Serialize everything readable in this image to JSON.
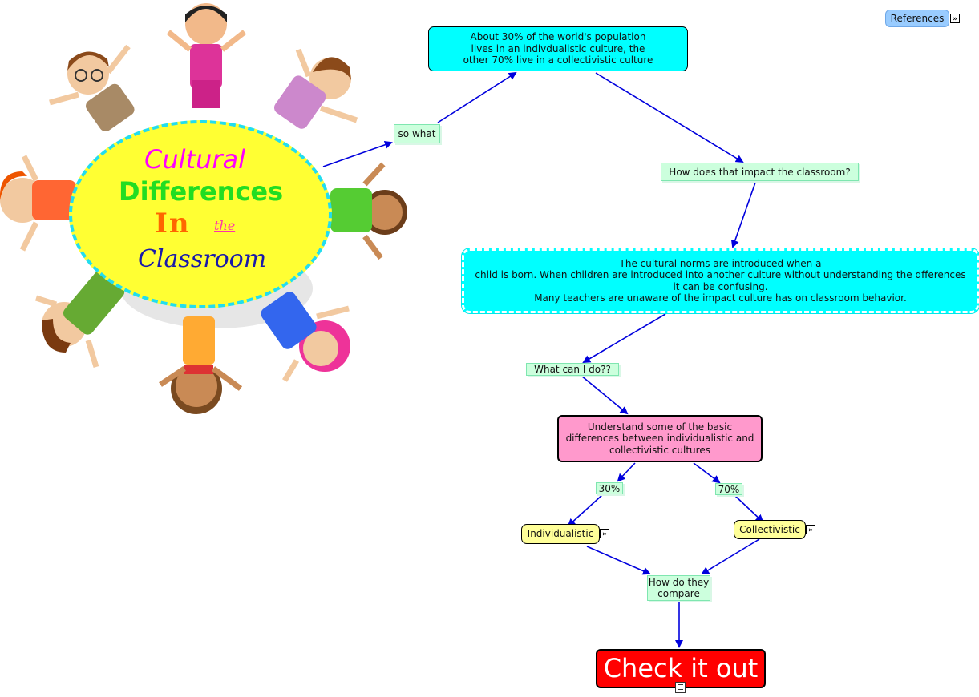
{
  "title_image": {
    "line1": "Cultural",
    "line2": "Differences",
    "line3": "In",
    "line3b": "the",
    "line4": "Classroom"
  },
  "references": {
    "label": "References"
  },
  "nodes": {
    "population": "About 30% of the world's population\nlives in an indivdualistic culture, the\nother 70% live in a collectivistic culture",
    "so_what": "so what",
    "impact": "How does that impact the classroom?",
    "norms": "The cultural norms are introduced when a\nchild is born.  When children are introduced into another culture without understanding the dfferences\nit can be confusing.\nMany teachers are unaware of the impact culture has on classroom behavior.",
    "what_can": "What can I do??",
    "understand": "Understand some of the basic\ndifferences between individualistic and\ncollectivistic cultures",
    "pct30": "30%",
    "pct70": "70%",
    "individualistic": "Individualistic",
    "collectivistic": "Collectivistic",
    "compare": "How do they\ncompare",
    "check": "Check it out"
  },
  "colors": {
    "arrow": "#0000dd",
    "cyan_node": "#00ffff",
    "label_node": "#ccffdd",
    "pink_node": "#ff99cc",
    "yellow_node": "#ffff99",
    "red_node": "#ff0000",
    "references_pill": "#99ccff"
  },
  "icons": [
    "link-arrow-icon",
    "attachment-document-icon",
    "children-circle-illustration"
  ]
}
